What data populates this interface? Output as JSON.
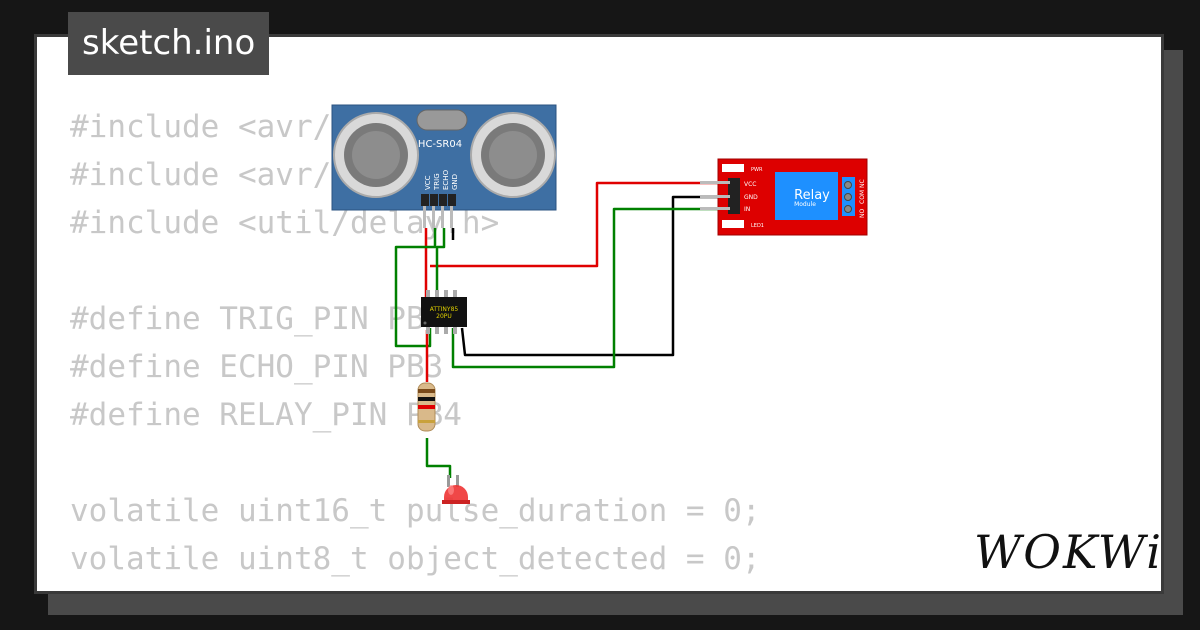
{
  "tab": {
    "filename": "sketch.ino"
  },
  "code_lines": [
    "#include <avr/io.h>",
    "#include <avr/interrupt.h>",
    "#include <util/delay.h>",
    "",
    "#define TRIG_PIN PB4",
    "#define ECHO_PIN PB3",
    "#define RELAY_PIN PB4",
    "",
    "volatile uint16_t pulse_duration = 0;",
    "volatile uint8_t object_detected = 0;"
  ],
  "sensor": {
    "label": "HC-SR04",
    "pins": [
      "VCC",
      "TRIG",
      "ECHO",
      "GND"
    ]
  },
  "chip": {
    "line1": "ATTINY85",
    "line2": "20PU"
  },
  "relay": {
    "title": "Relay",
    "subtitle": "Module",
    "pin_labels": [
      "VCC",
      "GND",
      "IN"
    ],
    "terminal_labels": [
      "NO",
      "COM",
      "NC"
    ],
    "pwr_label": "PWR",
    "led_label": "LED1"
  },
  "brand": {
    "logo": "WOKWi"
  },
  "colors": {
    "wire_red": "#e00000",
    "wire_green": "#008000",
    "wire_black": "#000000",
    "sensor_board": "#3e6fa3",
    "relay_board": "#dd0000",
    "relay_box": "#1e90ff"
  }
}
